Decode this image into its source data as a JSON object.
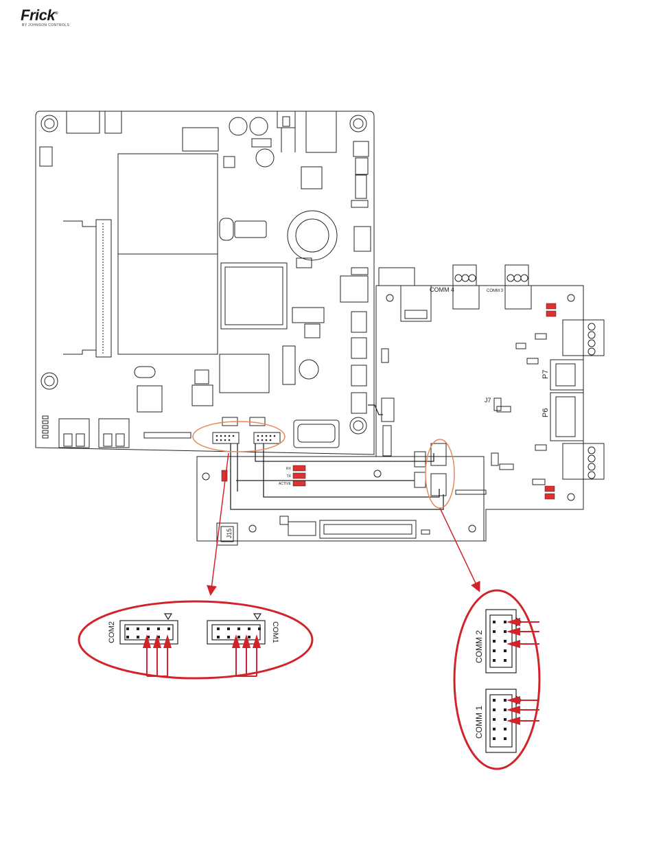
{
  "header": {
    "brand": "Frick",
    "brand_mark": "®",
    "tagline": "BY JOHNSON CONTROLS"
  },
  "labels": {
    "comm4": "COMM 4",
    "comm3": "COMM 3",
    "p7": "P7",
    "p6": "P6",
    "j7": "J7",
    "rx": "RX",
    "tx": "TX",
    "active": "ACTIVE",
    "j15": "J15",
    "zoom_left_comm2": "COM2",
    "zoom_left_comm1": "COM1",
    "zoom_right_comm2": "COMM 2",
    "zoom_right_comm1": "COMM 1"
  },
  "colors": {
    "line": "#222222",
    "callout_red": "#d2232a",
    "callout_orange": "#e8875a",
    "led_red": "#e03030"
  }
}
